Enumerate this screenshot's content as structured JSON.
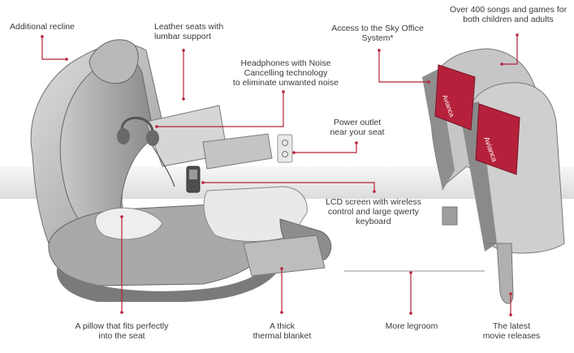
{
  "brand": {
    "accent_color": "#b5213a",
    "screen_brand": "Avianca"
  },
  "callouts": {
    "recline": "Additional recline",
    "leather": "Leather seats with\nlumbar support",
    "headphones": "Headphones with Noise\nCancelling technology\nto eliminate unwanted noise",
    "sky_office": "Access to the Sky Office\nSystem*",
    "songs_games": "Over 400 songs and games for\nboth children and adults",
    "power": "Power outlet\nnear your seat",
    "lcd": "LCD screen with wireless\ncontrol and large qwerty\nkeyboard",
    "pillow": "A pillow that fits perfectly\ninto the seat",
    "blanket": "A thick\nthermal blanket",
    "legroom": "More legroom",
    "movies": "The latest\nmovie releases"
  },
  "icons": [
    "power-outlet-icon",
    "remote-control-icon",
    "headphones-icon",
    "entertainment-screen-icon"
  ]
}
